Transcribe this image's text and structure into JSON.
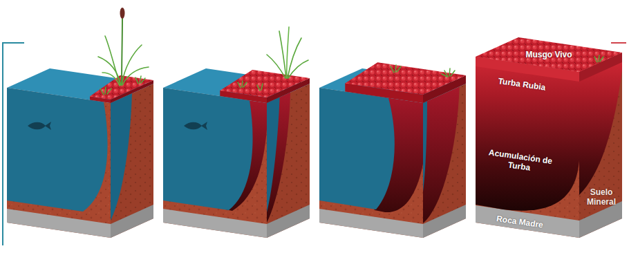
{
  "diagram": {
    "labels": [
      "Musgo Vivo",
      "Turba Rubia",
      "Acumulación de Turba",
      "Suelo Mineral",
      "Roca Madre"
    ]
  }
}
